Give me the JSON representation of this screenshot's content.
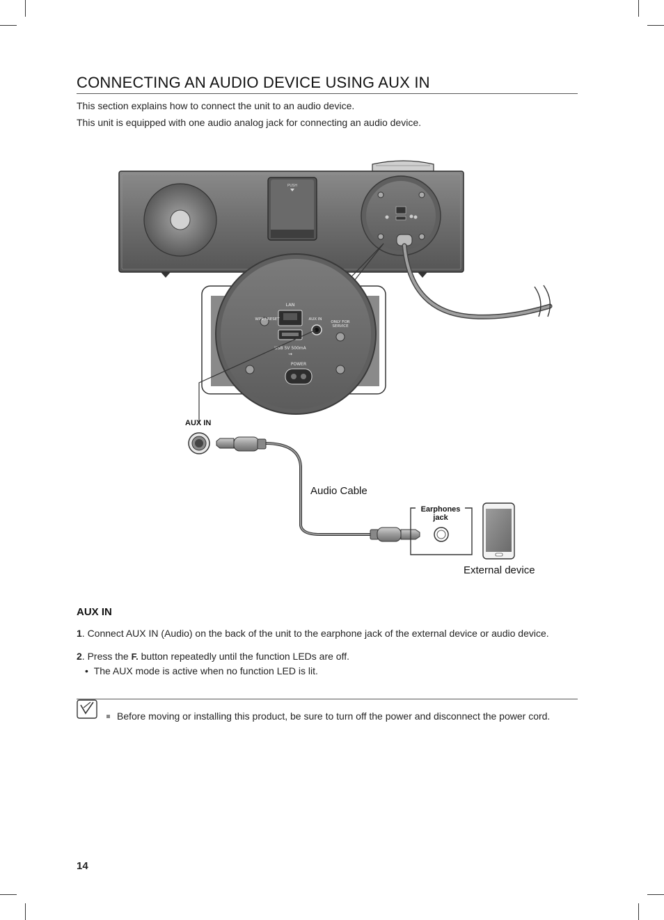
{
  "page": {
    "title": "CONNECTING AN AUDIO DEVICE USING AUX IN",
    "intro": [
      "This section explains how to connect the unit to an audio device.",
      "This unit is equipped with one audio analog jack for connecting an audio device."
    ],
    "page_number": "14"
  },
  "figure": {
    "unit_push_label": "PUSH",
    "panel": {
      "lan": "LAN",
      "wps_reset": "WPS / RESET",
      "aux_in": "AUX IN",
      "only_for_service": "ONLY FOR SERVICE",
      "usb": "USB 5V 500mA",
      "power": "POWER"
    },
    "aux_in_label": "AUX IN",
    "audio_cable_label": "Audio Cable",
    "earphones_jack_label": "Earphones jack",
    "external_device_label": "External device"
  },
  "section": {
    "heading": "AUX IN",
    "step1_num": "1",
    "step1_text": ". Connect AUX IN (Audio) on the back of the unit to the earphone jack of the external device or audio device.",
    "step2_num": "2",
    "step2_pre": ". Press the ",
    "step2_button": "F.",
    "step2_post": " button repeatedly until the function LEDs are off.",
    "step2_bullet": "The AUX mode is active when no function LED is lit."
  },
  "note": {
    "icon": "note-pencil-icon",
    "text": "Before moving or installing this product, be sure to turn off the power and disconnect the power cord."
  }
}
